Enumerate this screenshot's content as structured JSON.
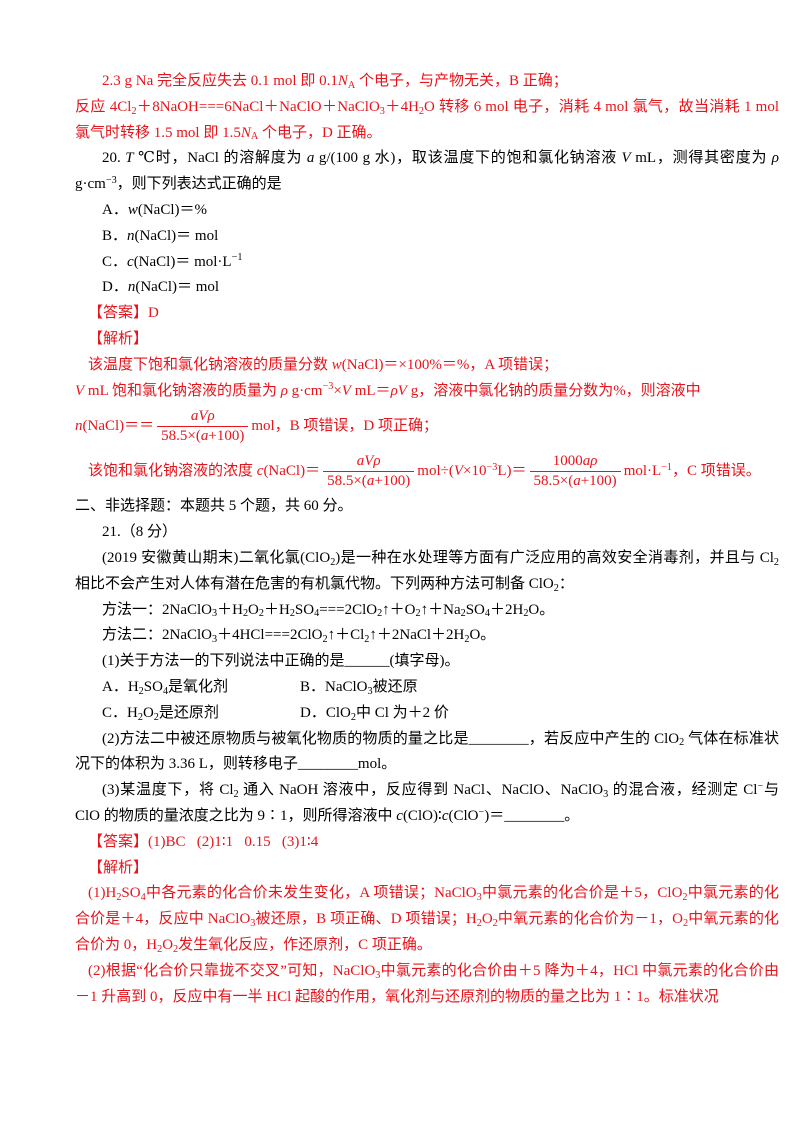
{
  "colors": {
    "text": "#000000",
    "answer": "#e8141b"
  },
  "q19": {
    "analysis": {
      "option_b": [
        "2.3 g Na 完全反应失去 0.1 mol 即 0.1",
        {
          "i": "N"
        },
        {
          "sub": "A"
        },
        " 个电子，与产物无关，B 正确；"
      ],
      "option_d": [
        "反应 4Cl",
        {
          "sub": "2"
        },
        "＋8NaOH===6NaCl＋NaClO＋NaClO",
        {
          "sub": "3"
        },
        "＋4H",
        {
          "sub": "2"
        },
        "O 转移 6 mol 电子，消耗 4 mol 氯气，故当消耗 1 mol 氯气时转移 1.5 mol 即 1.5",
        {
          "i": "N"
        },
        {
          "sub": "A"
        },
        " 个电子，D 正确。"
      ]
    }
  },
  "q20": {
    "stem": [
      "20. ",
      {
        "i": "T"
      },
      " ℃时，NaCl 的溶解度为 ",
      {
        "i": "a"
      },
      " g/(100 g 水)，取该温度下的饱和氯化钠溶液 ",
      {
        "i": "V"
      },
      " mL，测得其密度为 ",
      {
        "i": "ρ"
      },
      " g·cm",
      {
        "sup": "−3"
      },
      "，则下列表达式正确的是"
    ],
    "options": {
      "a": [
        "A．",
        {
          "i": "w"
        },
        "(NaCl)＝%"
      ],
      "b": [
        "B．",
        {
          "i": "n"
        },
        "(NaCl)＝ mol"
      ],
      "c": [
        "C．",
        {
          "i": "c"
        },
        "(NaCl)＝ mol·L",
        {
          "sup": "−1"
        }
      ],
      "d": [
        "D．",
        {
          "i": "n"
        },
        "(NaCl)＝ mol"
      ]
    },
    "answer": [
      "【答案】D"
    ],
    "analysis_label": [
      "【解析】"
    ],
    "analysis": {
      "mass_fraction": [
        "该温度下饱和氯化钠溶液的质量分数 ",
        {
          "i": "w"
        },
        "(NaCl)＝×100%＝%，A 项错误；"
      ],
      "solution_mass": [
        {
          "i": "V"
        },
        " mL 饱和氯化钠溶液的质量为 ",
        {
          "i": "ρ"
        },
        " g·cm",
        {
          "sup": "−3"
        },
        "×",
        {
          "i": "V"
        },
        " mL＝",
        {
          "i": "ρV"
        },
        " g，溶液中氯化钠的质量分数为%，则溶液中"
      ],
      "moles": [
        {
          "i": "n"
        },
        "(NaCl)＝＝",
        {
          "frac": {
            "num": [
              {
                "i": "aVρ"
              }
            ],
            "den": [
              "58.5×(",
              {
                "i": "a"
              },
              "+100)"
            ]
          }
        },
        "mol，B 项错误，D 项正确；"
      ],
      "concentration": [
        "该饱和氯化钠溶液的浓度 ",
        {
          "i": "c"
        },
        "(NaCl)＝",
        {
          "frac": {
            "num": [
              {
                "i": "aVρ"
              }
            ],
            "den": [
              "58.5×(",
              {
                "i": "a"
              },
              "+100)"
            ]
          }
        },
        "mol÷(",
        {
          "i": "V"
        },
        "×10",
        {
          "sup": "−3"
        },
        "L)＝",
        {
          "frac": {
            "num": [
              "1000",
              {
                "i": "aρ"
              }
            ],
            "den": [
              "58.5×(",
              {
                "i": "a"
              },
              "+100)"
            ]
          }
        },
        "mol·L",
        {
          "sup": "−1"
        },
        "，C 项错误。"
      ]
    }
  },
  "section_heading": [
    "二、非选择题：本题共 5 个题，共 60 分。"
  ],
  "q21": {
    "title": [
      "21.（8 分）"
    ],
    "stem": [
      "(2019 安徽黄山期末)二氧化氯(ClO",
      {
        "sub": "2"
      },
      ")是一种在水处理等方面有广泛应用的高效安全消毒剂，并且与 Cl",
      {
        "sub": "2"
      },
      " 相比不会产生对人体有潜在危害的有机氯代物。下列两种方法可制备 ClO",
      {
        "sub": "2"
      },
      "："
    ],
    "method_one": [
      "方法一：2NaClO",
      {
        "sub": "3"
      },
      "＋H",
      {
        "sub": "2"
      },
      "O",
      {
        "sub": "2"
      },
      "＋H",
      {
        "sub": "2"
      },
      "SO",
      {
        "sub": "4"
      },
      "===2ClO",
      {
        "sub": "2"
      },
      "↑＋O",
      {
        "sub": "2"
      },
      "↑＋Na",
      {
        "sub": "2"
      },
      "SO",
      {
        "sub": "4"
      },
      "＋2H",
      {
        "sub": "2"
      },
      "O。"
    ],
    "method_two": [
      "方法二：2NaClO",
      {
        "sub": "3"
      },
      "＋4HCl===2ClO",
      {
        "sub": "2"
      },
      "↑＋Cl",
      {
        "sub": "2"
      },
      "↑＋2NaCl＋2H",
      {
        "sub": "2"
      },
      "O。"
    ],
    "part1": {
      "prompt": [
        "(1)关于方法一的下列说法中正确的是______(填字母)。"
      ],
      "options": {
        "a": [
          "A．H",
          {
            "sub": "2"
          },
          "SO",
          {
            "sub": "4"
          },
          "是氧化剂"
        ],
        "b": [
          "B．NaClO",
          {
            "sub": "3"
          },
          "被还原"
        ],
        "c": [
          "C．H",
          {
            "sub": "2"
          },
          "O",
          {
            "sub": "2"
          },
          "是还原剂"
        ],
        "d": [
          "D．ClO",
          {
            "sub": "2"
          },
          "中 Cl 为＋2 价"
        ]
      }
    },
    "part2": [
      "(2)方法二中被还原物质与被氧化物质的物质的量之比是________，若反应中产生的 ClO",
      {
        "sub": "2"
      },
      " 气体在标准状况下的体积为 3.36 L，则转移电子________mol。"
    ],
    "part3": [
      "(3)某温度下，将 Cl",
      {
        "sub": "2"
      },
      " 通入 NaOH 溶液中，反应得到 NaCl、NaClO、NaClO",
      {
        "sub": "3"
      },
      " 的混合液，经测定 Cl",
      {
        "sup": "−"
      },
      "与 ClO 的物质的量浓度之比为 9∶1，则所得溶液中 ",
      {
        "i": "c"
      },
      "(ClO)∶",
      {
        "i": "c"
      },
      "(ClO",
      {
        "sup": "−"
      },
      ")＝________。"
    ],
    "answer": [
      "【答案】(1)BC   (2)1∶1   0.15   (3)1∶4"
    ],
    "analysis_label": [
      "【解析】"
    ],
    "analysis": {
      "part1": [
        "(1)H",
        {
          "sub": "2"
        },
        "SO",
        {
          "sub": "4"
        },
        "中各元素的化合价未发生变化，A 项错误；NaClO",
        {
          "sub": "3"
        },
        "中氯元素的化合价是＋5，ClO",
        {
          "sub": "2"
        },
        "中氯元素的化合价是＋4，反应中 NaClO",
        {
          "sub": "3"
        },
        "被还原，B 项正确、D 项错误；H",
        {
          "sub": "2"
        },
        "O",
        {
          "sub": "2"
        },
        "中氧元素的化合价为－1，O",
        {
          "sub": "2"
        },
        "中氧元素的化合价为 0，H",
        {
          "sub": "2"
        },
        "O",
        {
          "sub": "2"
        },
        "发生氧化反应，作还原剂，C 项正确。"
      ],
      "part2": [
        "(2)根据“化合价只靠拢不交叉”可知，NaClO",
        {
          "sub": "3"
        },
        "中氯元素的化合价由＋5 降为＋4，HCl 中氯元素的化合价由－1 升高到 0，反应中有一半 HCl 起酸的作用，氧化剂与还原剂的物质的量之比为 1∶1。标准状况"
      ]
    }
  }
}
